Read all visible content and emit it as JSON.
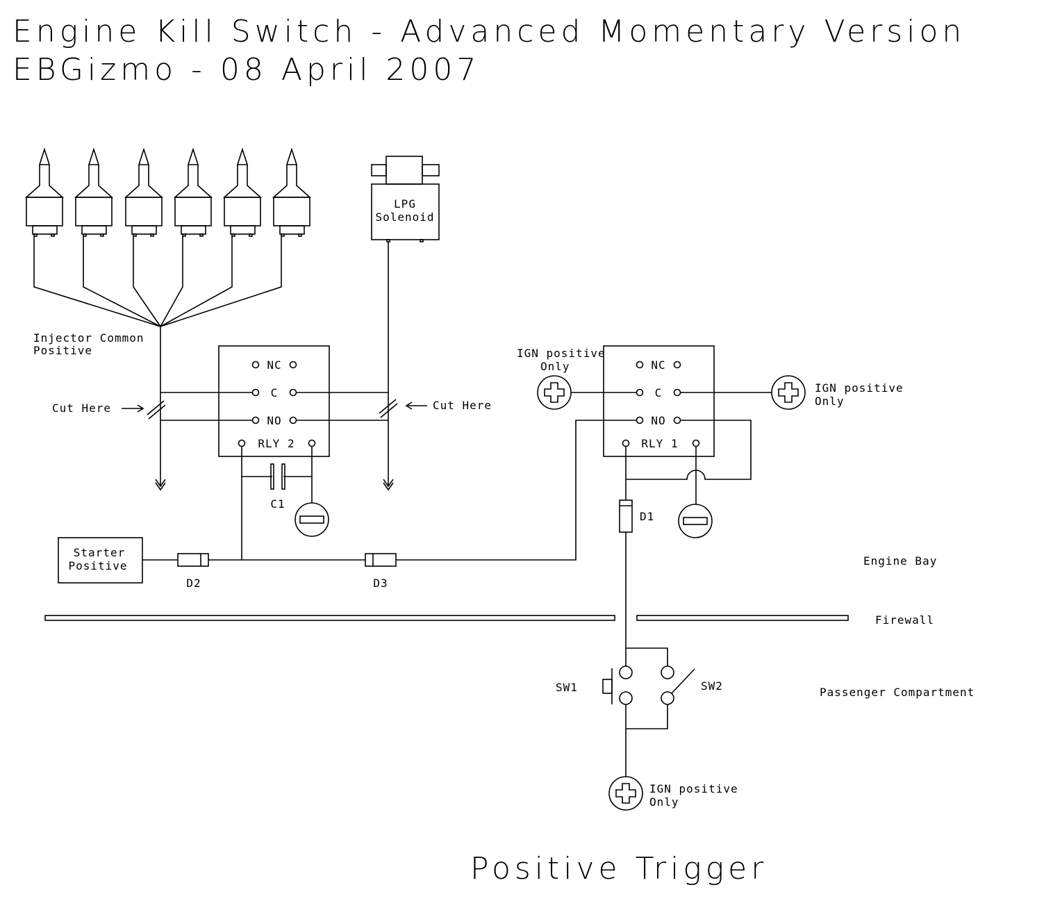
{
  "title": {
    "line1": "Engine Kill Switch - Advanced Momentary Version",
    "line2": "EBGizmo - 08 April 2007"
  },
  "footer": "Positive Trigger",
  "labels": {
    "injector_common": [
      "Injector Common",
      "Positive"
    ],
    "lpg": [
      "LPG",
      "Solenoid"
    ],
    "cut_here": "Cut Here",
    "relay2": {
      "nc": "NC",
      "c": "C",
      "no": "NO",
      "name": "RLY 2"
    },
    "relay1": {
      "nc": "NC",
      "c": "C",
      "no": "NO",
      "name": "RLY 1"
    },
    "ign": [
      "IGN positive",
      "Only"
    ],
    "c1": "C1",
    "d1": "D1",
    "d2": "D2",
    "d3": "D3",
    "starter": [
      "Starter",
      "Positive"
    ],
    "engine_bay": "Engine Bay",
    "firewall": "Firewall",
    "passenger": "Passenger Compartment",
    "sw1": "SW1",
    "sw2": "SW2"
  }
}
